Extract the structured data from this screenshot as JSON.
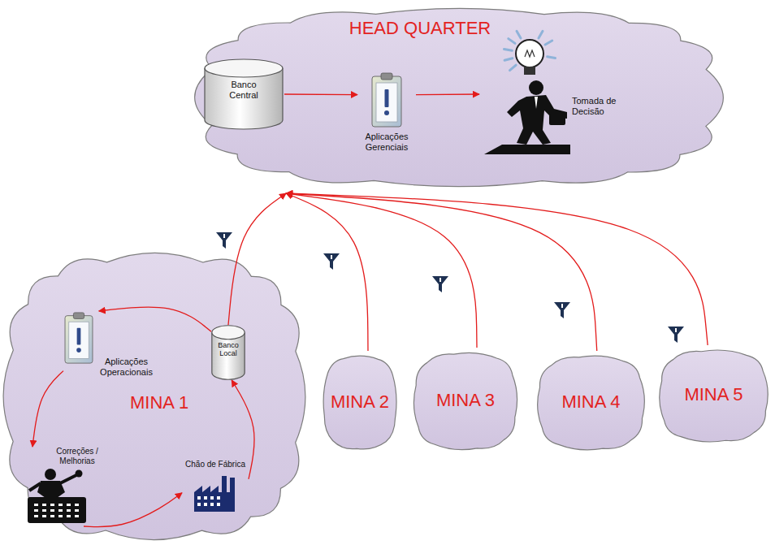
{
  "diagram": {
    "nodes": [
      {
        "text": [
          "HEAD QUARTER"
        ]
      },
      {
        "text": [
          "Banco Central"
        ],
        "in": 0
      },
      {
        "text": [
          "Aplicações Gerenciais"
        ],
        "in": 0
      },
      {
        "text": [
          "Tomada de Decisão"
        ],
        "in": 0
      },
      {
        "text": [
          "MINA 1"
        ]
      },
      {
        "text": [
          "Aplicações Operacionais"
        ],
        "in": 4
      },
      {
        "text": [
          "Banco Local"
        ],
        "in": 4
      },
      {
        "text": [
          "Correções / Melhorias"
        ],
        "in": 4
      },
      {
        "text": [
          "Chão de Fábrica"
        ],
        "in": 4
      },
      {
        "text": [
          "MINA 2"
        ]
      },
      {
        "text": [
          "MINA 3"
        ]
      },
      {
        "text": [
          "MINA 4"
        ]
      },
      {
        "text": [
          "MINA 5"
        ]
      }
    ],
    "edges": [
      {
        "from": 1,
        "to": 2,
        "arrow": "to"
      },
      {
        "from": 2,
        "to": 3,
        "arrow": "to"
      },
      {
        "from": 6,
        "to": 5,
        "arrow": "to"
      },
      {
        "from": 5,
        "to": 7,
        "arrow": "to"
      },
      {
        "from": 7,
        "to": 8,
        "arrow": "to"
      },
      {
        "from": 8,
        "to": 6,
        "arrow": "to"
      },
      {
        "from": 6,
        "to": 0,
        "arrow": "to"
      },
      {
        "from": 9,
        "to": 0,
        "arrow": "to"
      },
      {
        "from": 10,
        "to": 0,
        "arrow": "to"
      },
      {
        "from": 11,
        "to": 0,
        "arrow": "to"
      },
      {
        "from": 12,
        "to": 0,
        "arrow": "to"
      }
    ]
  }
}
